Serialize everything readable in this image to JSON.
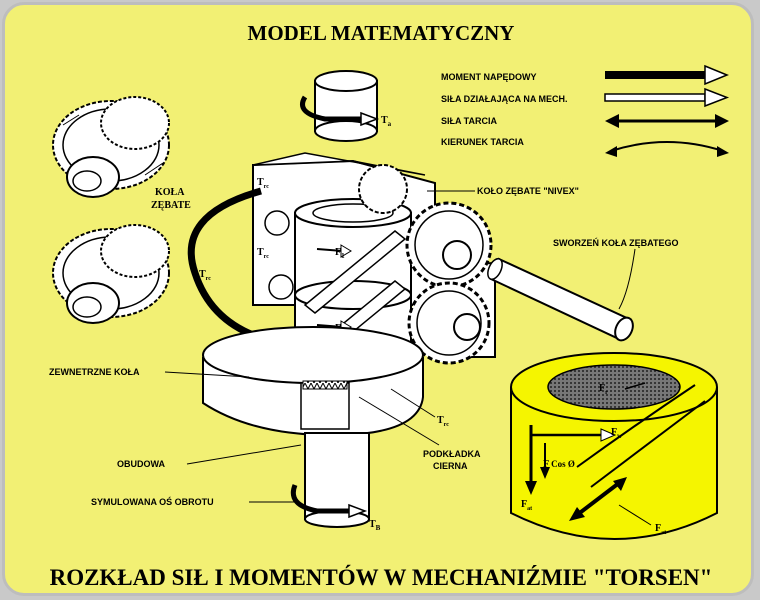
{
  "title": "MODEL MATEMATYCZNY",
  "footer": "ROZKŁAD SIŁ I MOMENTÓW W MECHANIŹMIE \"TORSEN\"",
  "legend": {
    "items": [
      {
        "label": "MOMENT NAPĘDOWY",
        "arrow": "thick-filled"
      },
      {
        "label": "SIŁA DZIAŁAJĄCA NA MECH.",
        "arrow": "hollow"
      },
      {
        "label": "SIŁA TARCIA",
        "arrow": "double-headed"
      },
      {
        "label": "KIERUNEK TARCIA",
        "arrow": "curved-double"
      }
    ]
  },
  "labels": {
    "kola_zebate_1": "KOŁA",
    "kola_zebate_2": "ZĘBATE",
    "kolo_nivex": "KOŁO ZĘBATE \"NIVEX\"",
    "sworzen": "SWORZEŃ KOŁA ZĘBATEGO",
    "zewnetrzne": "ZEWNETRZNE KOŁA",
    "obudowa": "OBUDOWA",
    "symulowana": "SYMULOWANA OŚ OBROTU",
    "podkladka_1": "PODKŁADKA",
    "podkladka_2": "CIERNA"
  },
  "symbols": {
    "t_top": "T",
    "t_top_sub": "a",
    "t_bottom": "T",
    "t_bottom_sub": "B",
    "trc1": "T",
    "trc1_sub": "rc",
    "trc2": "T",
    "trc2_sub": "rc",
    "trc3": "T",
    "trc3_sub": "rc",
    "trc4": "T",
    "trc4_sub": "rc",
    "f1": "F",
    "f1_sub": "1",
    "f2": "F",
    "f2_sub": "2",
    "fw": "F",
    "fw_sub": "w",
    "fcos": "F",
    "fcos_rest": "Cos Ø",
    "fa": "F",
    "fa_sub": "at",
    "fb": "F",
    "fb_sub": "at",
    "ft": "F",
    "ft_sub": "r"
  },
  "colors": {
    "background": "#f2f074",
    "frame": "#bdbdbd",
    "inset_cylinder": "#f5f500"
  }
}
